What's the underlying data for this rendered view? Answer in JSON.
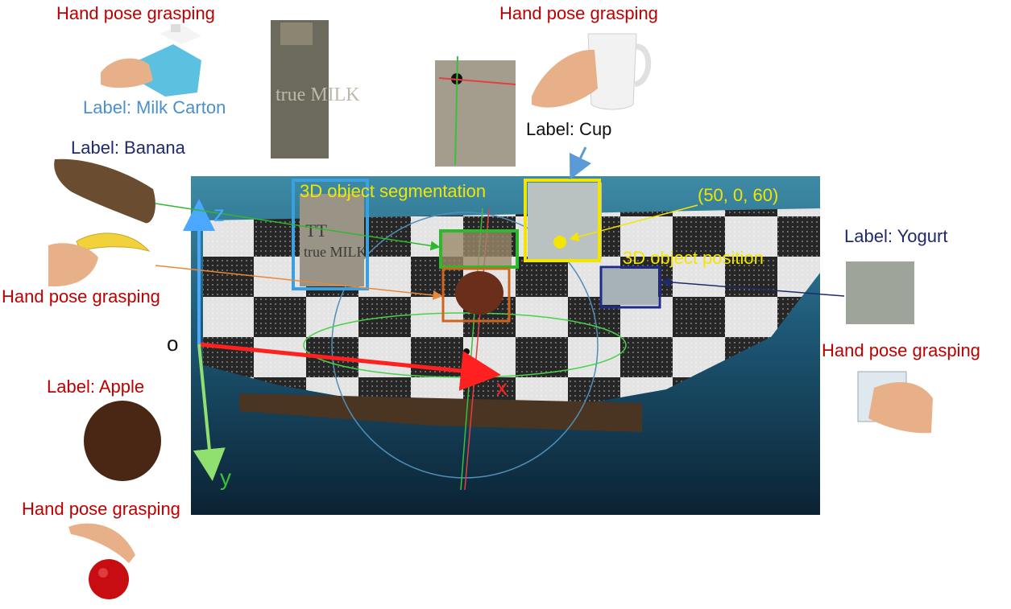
{
  "labels": {
    "milk_grasp": "Hand pose grasping",
    "milk_label": "Label: Milk Carton",
    "cup_grasp": "Hand pose grasping",
    "cup_label": "Label: Cup",
    "banana_label": "Label: Banana",
    "banana_grasp": "Hand pose grasping",
    "yogurt_label": "Label: Yogurt",
    "yogurt_grasp": "Hand pose grasping",
    "apple_label": "Label: Apple",
    "apple_grasp": "Hand pose grasping"
  },
  "scene": {
    "segmentation_title": "3D object segmentation",
    "position_title": "3D object position",
    "coordinate": "(50, 0, 60)",
    "carton_text": "true MILK",
    "carton_brand": "TT"
  },
  "axes": {
    "origin": "o",
    "x": "x",
    "y": "y",
    "z": "z"
  },
  "colors": {
    "label_red": "#c00000",
    "label_navy": "#1f2a6b",
    "label_blue": "#4a90d0",
    "annotation_yellow": "#f2e600",
    "axis_red": "#ff2020",
    "axis_blue": "#4aa8ff",
    "axis_green": "#90e070",
    "box_milk": "#3aa0e0",
    "box_banana": "#2eb82e",
    "box_apple": "#d0641e",
    "box_cup": "#f2e600",
    "box_yogurt": "#1f2a8b"
  }
}
